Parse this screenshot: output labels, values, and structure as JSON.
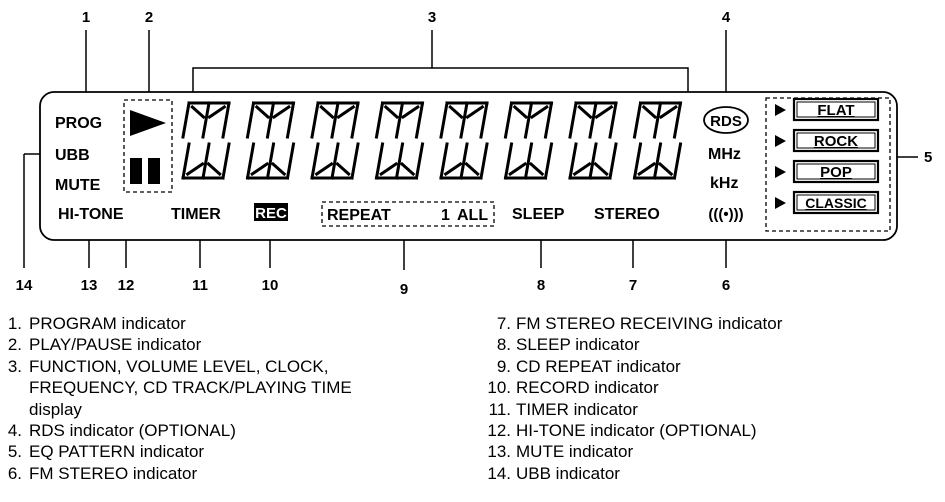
{
  "display": {
    "left_labels": {
      "prog": "PROG",
      "ubb": "UBB",
      "mute": "MUTE"
    },
    "bottom_labels": {
      "hi_tone": "HI-TONE",
      "timer": "TIMER",
      "rec": "REC",
      "repeat": "REPEAT",
      "repeat_one": "1",
      "repeat_all": "ALL",
      "sleep": "SLEEP",
      "stereo": "STEREO",
      "fm_stereo_symbol": "(((•)))"
    },
    "right_labels": {
      "rds": "RDS",
      "mhz": "MHz",
      "khz": "kHz"
    },
    "eq_patterns": [
      "FLAT",
      "ROCK",
      "POP",
      "CLASSIC"
    ]
  },
  "callouts": {
    "top": [
      "1",
      "2",
      "3",
      "4"
    ],
    "right": "5",
    "bottom": [
      "14",
      "13",
      "12",
      "11",
      "10",
      "9",
      "8",
      "7",
      "6"
    ]
  },
  "legend": {
    "left": [
      {
        "num": "1.",
        "text": "PROGRAM  indicator"
      },
      {
        "num": "2.",
        "text": "PLAY/PAUSE  indicator"
      },
      {
        "num": "3.",
        "text": "FUNCTION, VOLUME LEVEL, CLOCK,"
      },
      {
        "num": "",
        "text": "FREQUENCY, CD TRACK/PLAYING TIME"
      },
      {
        "num": "",
        "text": "display"
      },
      {
        "num": "4.",
        "text": "RDS indicator (OPTIONAL)"
      },
      {
        "num": "5.",
        "text": "EQ PATTERN indicator"
      },
      {
        "num": "6.",
        "text": "FM STEREO indicator"
      }
    ],
    "right": [
      {
        "num": "7.",
        "text": "FM STEREO RECEIVING  indicator"
      },
      {
        "num": "8.",
        "text": "SLEEP indicator"
      },
      {
        "num": "9.",
        "text": "CD REPEAT indicator"
      },
      {
        "num": "10.",
        "text": "RECORD indicator"
      },
      {
        "num": "11.",
        "text": "TIMER indicator"
      },
      {
        "num": "12.",
        "text": "HI-TONE indicator (OPTIONAL)"
      },
      {
        "num": "13.",
        "text": "MUTE indicator"
      },
      {
        "num": "14.",
        "text": "UBB indicator"
      }
    ]
  }
}
